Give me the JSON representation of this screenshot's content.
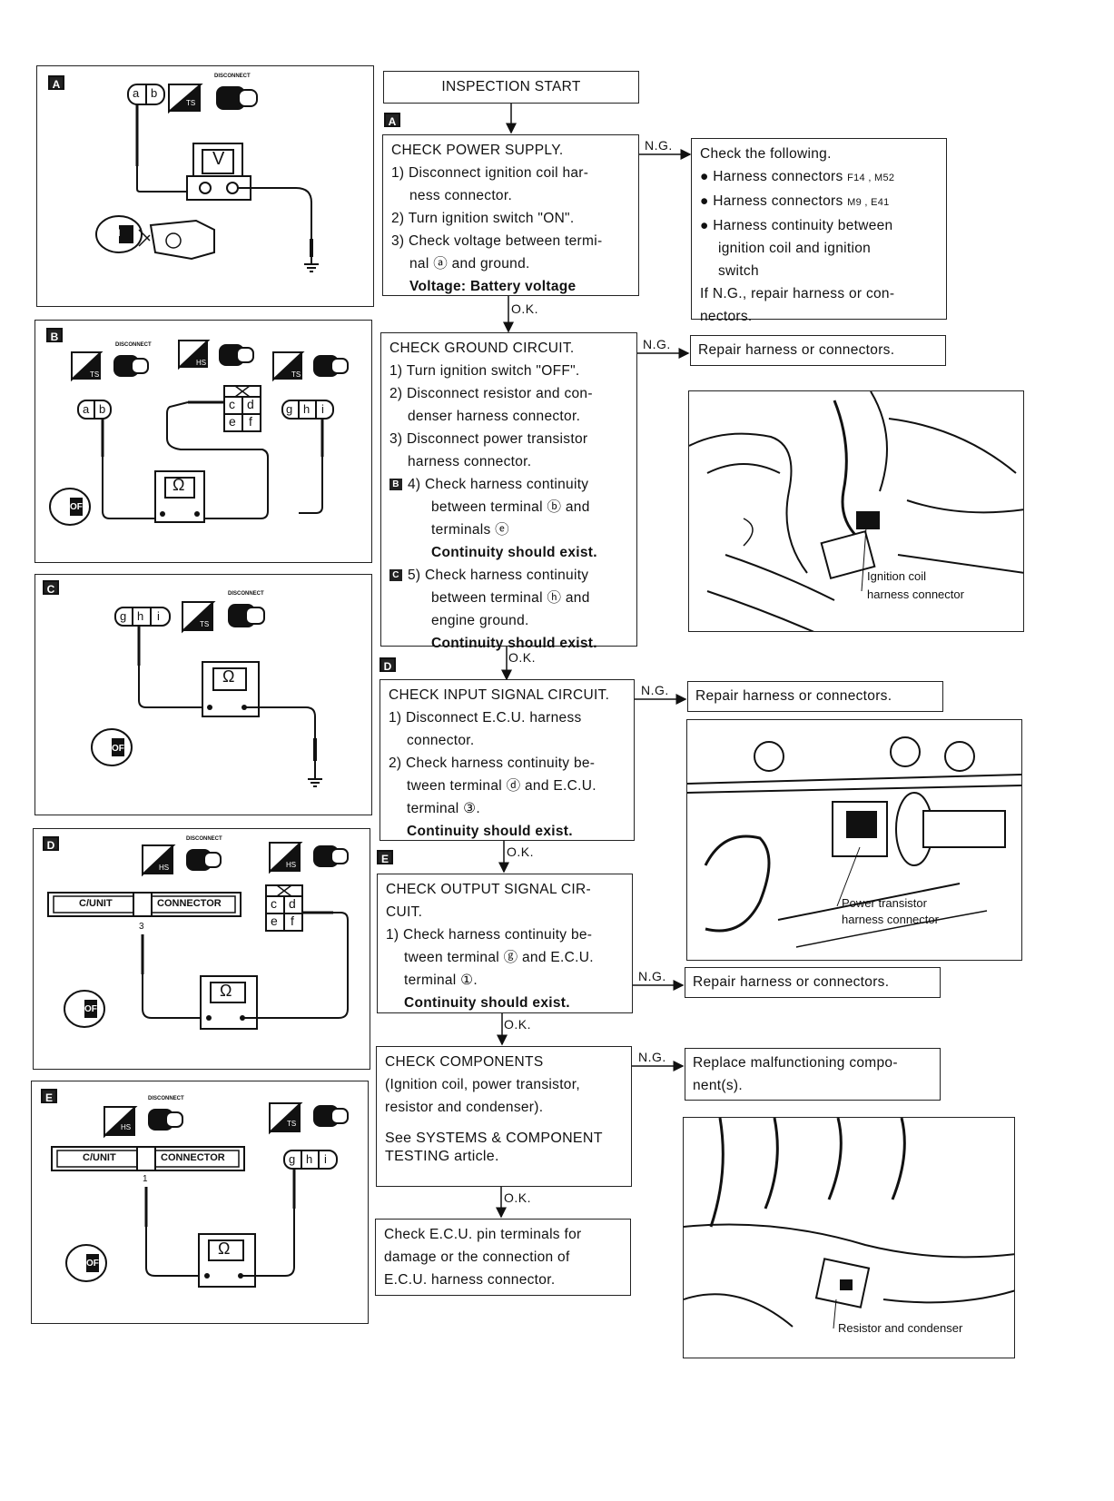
{
  "panels": {
    "A": {
      "tag": "A",
      "meter": "V",
      "ignition": "ON",
      "term_a": "a",
      "term_b": "b",
      "ts": "TS",
      "disconnect": "DISCONNECT"
    },
    "B": {
      "tag": "B",
      "meter": "Ω",
      "ignition": "OFF",
      "ts1": "TS",
      "hs": "HS",
      "ts2": "TS",
      "disconnect": "DISCONNECT",
      "term_a": "a",
      "term_b": "b",
      "term_c": "c",
      "term_d": "d",
      "term_e": "e",
      "term_f": "f",
      "term_g": "g",
      "term_h": "h",
      "term_i": "i"
    },
    "C": {
      "tag": "C",
      "meter": "Ω",
      "ignition": "OFF",
      "ts": "TS",
      "disconnect": "DISCONNECT",
      "term_g": "g",
      "term_h": "h",
      "term_i": "i"
    },
    "D": {
      "tag": "D",
      "meter": "Ω",
      "ignition": "OFF",
      "hs1": "HS",
      "hs2": "HS",
      "disconnect": "DISCONNECT",
      "cunit": "C/UNIT",
      "connector": "CONNECTOR",
      "pin": "3",
      "term_c": "c",
      "term_d": "d",
      "term_e": "e",
      "term_f": "f"
    },
    "E": {
      "tag": "E",
      "meter": "Ω",
      "ignition": "OFF",
      "hs": "HS",
      "ts": "TS",
      "disconnect": "DISCONNECT",
      "cunit": "C/UNIT",
      "connector": "CONNECTOR",
      "pin": "1",
      "term_g": "g",
      "term_h": "h",
      "term_i": "i"
    }
  },
  "flow": {
    "start": "INSPECTION START",
    "tag_a": "A",
    "step1": {
      "title": "CHECK POWER SUPPLY.",
      "s1": "1) Disconnect ignition coil har-",
      "s1b": "ness connector.",
      "s2": "2) Turn ignition switch \"ON\".",
      "s3": "3) Check voltage between termi-",
      "s3b": "nal ⓐ and ground.",
      "result": "Voltage: Battery voltage"
    },
    "ng1": {
      "title": "Check the following.",
      "b1": "● Harness connectors",
      "b1c": "F14 , M52",
      "b2": "● Harness connectors",
      "b2c": "M9 , E41",
      "b3": "● Harness continuity between",
      "b3b": "ignition coil and ignition",
      "b3c": "switch",
      "footer1": "If N.G., repair harness or con-",
      "footer2": "nectors."
    },
    "step2": {
      "title": "CHECK GROUND CIRCUIT.",
      "s1": "1) Turn ignition switch \"OFF\".",
      "s2": "2) Disconnect resistor and con-",
      "s2b": "denser harness connector.",
      "s3": "3) Disconnect power transistor",
      "s3b": "harness connector.",
      "tag_b": "B",
      "s4": "4) Check harness continuity",
      "s4b": "between terminal ⓑ and",
      "s4c": "terminals ⓔ",
      "s4r": "Continuity should exist.",
      "tag_c": "C",
      "s5": "5) Check harness continuity",
      "s5b": "between terminal ⓗ and",
      "s5c": "engine ground.",
      "s5r": "Continuity should exist."
    },
    "ng_repair": "Repair harness or connectors.",
    "tag_d": "D",
    "step3": {
      "title": "CHECK INPUT SIGNAL CIRCUIT.",
      "s1": "1) Disconnect E.C.U. harness",
      "s1b": "connector.",
      "s2": "2) Check harness continuity be-",
      "s2b": "tween terminal ⓓ and E.C.U.",
      "s2c": "terminal ③.",
      "result": "Continuity should exist."
    },
    "tag_e": "E",
    "step4": {
      "title": "CHECK OUTPUT SIGNAL CIR-",
      "title2": "CUIT.",
      "s1": "1) Check harness continuity be-",
      "s1b": "tween terminal ⓖ and E.C.U.",
      "s1c": "terminal ①.",
      "result": "Continuity should exist."
    },
    "step5": {
      "title": "CHECK COMPONENTS",
      "l1": "(Ignition coil, power transistor,",
      "l2": "resistor and condenser).",
      "l3": "See SYSTEMS & COMPONENT",
      "l4": "TESTING article."
    },
    "ng5": {
      "l1": "Replace malfunctioning compo-",
      "l2": "nent(s)."
    },
    "final": {
      "l1": "Check E.C.U. pin terminals for",
      "l2": "damage or the connection of",
      "l3": "E.C.U. harness connector."
    },
    "ok": "O.K.",
    "ng": "N.G."
  },
  "photos": {
    "p1": {
      "cap1": "Ignition coil",
      "cap2": "harness connector"
    },
    "p2": {
      "cap1": "Power transistor",
      "cap2": "harness connector"
    },
    "p3": {
      "cap1": "Resistor and condenser"
    }
  }
}
